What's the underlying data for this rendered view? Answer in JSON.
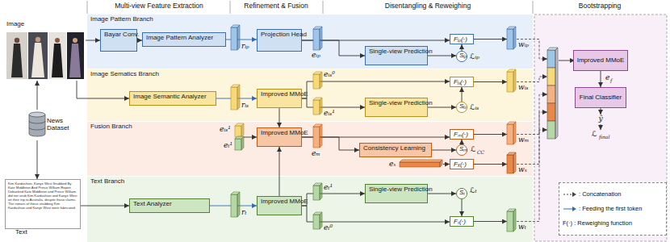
{
  "diagram": {
    "nodes": [
      {
        "text": [
          "Image"
        ]
      },
      {
        "text": [
          "News Dataset"
        ]
      },
      {
        "text": [
          "Text",
          "Kim Kardashian, Kanye West Snubbed By Kate Middleton And Prince William Report Debunked Kate Middleton and Prince William did not snub Kim Kardashian and Kanye West on their trip to Australia, despite those claims. The rumors of these snubbing Kim Kardashian and Kanye West were fabricated."
        ]
      },
      {
        "text": [
          "Image Pattern Branch"
        ]
      },
      {
        "text": [
          "Bayar Conv."
        ],
        "in": 3
      },
      {
        "text": [
          "Image Pattern Analyzer"
        ],
        "in": 3
      },
      {
        "text": [
          "Projection Head"
        ],
        "in": 3
      },
      {
        "text": [
          "Single-view Prediction"
        ],
        "in": 3
      },
      {
        "text": [
          "Fᵢₚ(·)"
        ],
        "in": 3
      },
      {
        "text": [
          "Sᵢₚ"
        ],
        "in": 3
      },
      {
        "text": [
          "Image Sematics Branch"
        ]
      },
      {
        "text": [
          "Image Semantic Analyzer"
        ],
        "in": 10
      },
      {
        "text": [
          "Improved MMoE"
        ],
        "in": 10
      },
      {
        "text": [
          "Fᵢₛ(·)"
        ],
        "in": 10
      },
      {
        "text": [
          "Single-view Prediction"
        ],
        "in": 10
      },
      {
        "text": [
          "Sᵢₛ"
        ],
        "in": 10
      },
      {
        "text": [
          "Fusion Branch"
        ]
      },
      {
        "text": [
          "Improved MMoE"
        ],
        "in": 16
      },
      {
        "text": [
          "Consistency Learning"
        ],
        "in": 16
      },
      {
        "text": [
          "Sₘ"
        ],
        "in": 16
      },
      {
        "text": [
          "Fₘ(·)"
        ],
        "in": 16
      },
      {
        "text": [
          "Fₓ(·)"
        ],
        "in": 16
      },
      {
        "text": [
          "Text Branch"
        ]
      },
      {
        "text": [
          "Text Analyzer"
        ],
        "in": 22
      },
      {
        "text": [
          "Improved MMoE"
        ],
        "in": 22
      },
      {
        "text": [
          "Single-view Prediction"
        ],
        "in": 22
      },
      {
        "text": [
          "Sₜ"
        ],
        "in": 22
      },
      {
        "text": [
          "Fₜ(·)"
        ],
        "in": 22
      },
      {
        "text": [
          "Improved MMoE"
        ]
      },
      {
        "text": [
          "Final Classifier"
        ]
      }
    ],
    "edges": [
      {
        "from": 1,
        "to": 0,
        "arrow": "to"
      },
      {
        "from": 1,
        "to": 2,
        "arrow": "to"
      },
      {
        "from": 0,
        "to": 4,
        "arrow": "to"
      },
      {
        "from": 0,
        "to": 11,
        "arrow": "to"
      },
      {
        "from": 2,
        "to": 23,
        "arrow": "to"
      },
      {
        "from": 4,
        "to": 5,
        "arrow": "to"
      },
      {
        "from": 5,
        "to": 6,
        "arrow": "to"
      },
      {
        "from": 6,
        "to": 8,
        "arrow": "to"
      },
      {
        "from": 6,
        "to": 7,
        "arrow": "to"
      },
      {
        "from": 7,
        "to": 9,
        "arrow": "to"
      },
      {
        "from": 9,
        "to": 8,
        "arrow": "to"
      },
      {
        "from": 11,
        "to": 12,
        "arrow": "to"
      },
      {
        "from": 12,
        "to": 13,
        "arrow": "to"
      },
      {
        "from": 12,
        "to": 14,
        "arrow": "to"
      },
      {
        "from": 14,
        "to": 15,
        "arrow": "to"
      },
      {
        "from": 15,
        "to": 13,
        "arrow": "to"
      },
      {
        "from": 12,
        "to": 17,
        "arrow": "to"
      },
      {
        "from": 17,
        "to": 20,
        "arrow": "to"
      },
      {
        "from": 17,
        "to": 18,
        "arrow": "to"
      },
      {
        "from": 18,
        "to": 19,
        "arrow": "to"
      },
      {
        "from": 19,
        "to": 20,
        "arrow": "to"
      },
      {
        "from": 24,
        "to": 17,
        "arrow": "to"
      },
      {
        "from": 23,
        "to": 24,
        "arrow": "to"
      },
      {
        "from": 24,
        "to": 25,
        "arrow": "to"
      },
      {
        "from": 24,
        "to": 27,
        "arrow": "to"
      },
      {
        "from": 25,
        "to": 26,
        "arrow": "to"
      },
      {
        "from": 26,
        "to": 27,
        "arrow": "to"
      },
      {
        "from": 28,
        "to": 29,
        "arrow": "to"
      }
    ],
    "labels": [
      "Multi-view Feature Extraction",
      "Refinement & Fusion",
      "Disentangling & Reweighing",
      "Bootstrapping",
      "rᵢₚ",
      "eᵢₚ",
      "ℒᵢₚ",
      "wᵢₚ",
      "rᵢₛ",
      "eᵢₛ⁰",
      "eᵢₛ¹",
      "ℒᵢₛ",
      "wᵢₛ",
      "eᵢₛ¹",
      "eₜ¹",
      "eₘ",
      "ℒ",
      "CC",
      "eₓ",
      "wₘ",
      "wₓ",
      "rₜ",
      "eₜ¹",
      "eₜ⁰",
      "ℒₜ",
      "wₜ",
      "e",
      "f",
      "ŷ",
      "ℒ",
      "final"
    ],
    "legend": [
      {
        "text": ": Concatenation"
      },
      {
        "text": ": Feeding the first token"
      },
      {
        "text": "F(·) : Reweighing function"
      }
    ]
  }
}
